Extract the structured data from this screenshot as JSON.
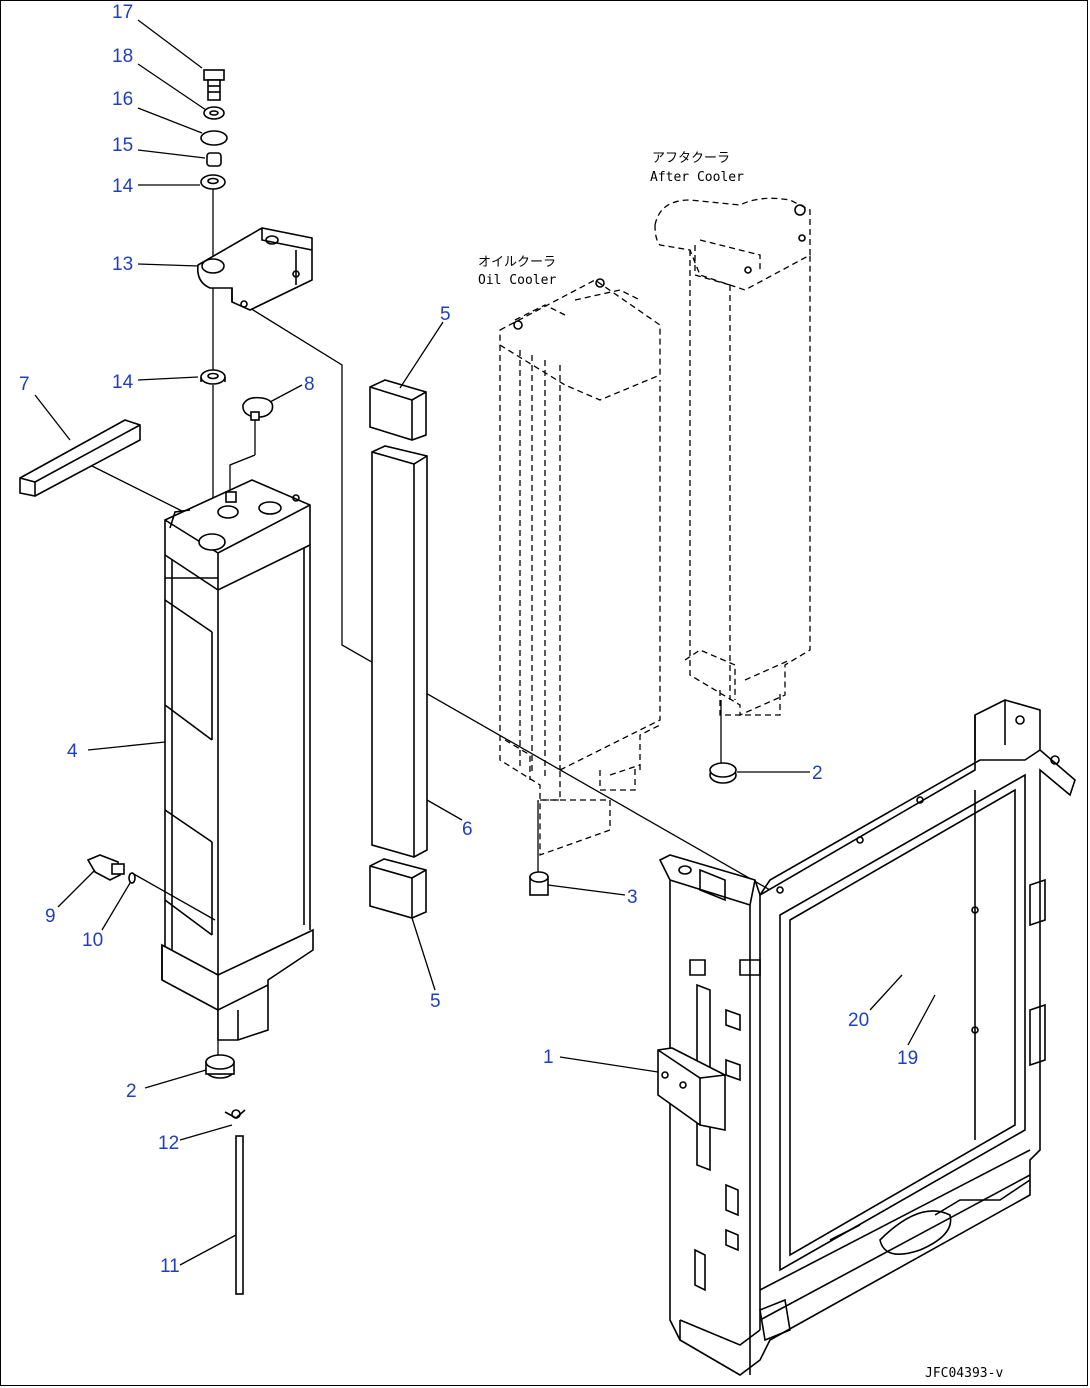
{
  "callouts": [
    {
      "id": "17",
      "text": "17"
    },
    {
      "id": "18",
      "text": "18"
    },
    {
      "id": "16",
      "text": "16"
    },
    {
      "id": "15",
      "text": "15"
    },
    {
      "id": "14a",
      "text": "14"
    },
    {
      "id": "13",
      "text": "13"
    },
    {
      "id": "14b",
      "text": "14"
    },
    {
      "id": "7",
      "text": "7"
    },
    {
      "id": "8",
      "text": "8"
    },
    {
      "id": "4",
      "text": "4"
    },
    {
      "id": "9",
      "text": "9"
    },
    {
      "id": "10",
      "text": "10"
    },
    {
      "id": "2a",
      "text": "2"
    },
    {
      "id": "12",
      "text": "12"
    },
    {
      "id": "11",
      "text": "11"
    },
    {
      "id": "5a",
      "text": "5"
    },
    {
      "id": "6",
      "text": "6"
    },
    {
      "id": "5b",
      "text": "5"
    },
    {
      "id": "3",
      "text": "3"
    },
    {
      "id": "2b",
      "text": "2"
    },
    {
      "id": "20",
      "text": "20"
    },
    {
      "id": "19",
      "text": "19"
    },
    {
      "id": "1",
      "text": "1"
    }
  ],
  "notes": {
    "oil_cooler_jp": "オイルクーラ",
    "oil_cooler_en": "Oil Cooler",
    "after_cooler_jp": "アフタクーラ",
    "after_cooler_en": "After Cooler",
    "drawing_number": "JFC04393-v"
  },
  "colors": {
    "callout": "#1f3fbf",
    "line": "#000000",
    "background": "#ffffff"
  }
}
